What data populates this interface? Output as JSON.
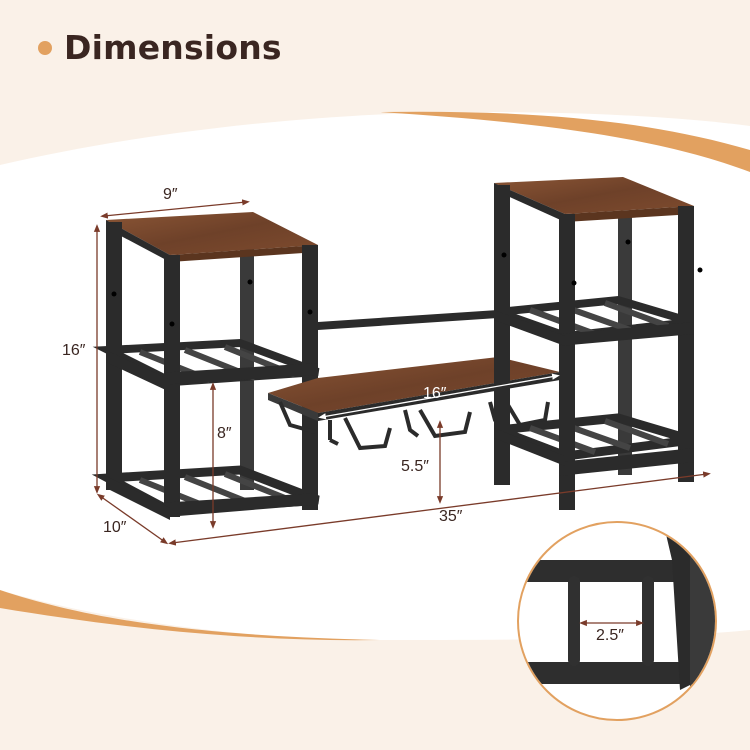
{
  "header": {
    "bullet_icon": "dot-bullet",
    "title": "Dimensions"
  },
  "colors": {
    "background": "#FAF1E8",
    "panel": "#FFFFFF",
    "accent": "#E2A160",
    "title_text": "#3A2621",
    "frame": "#2B2B2B",
    "wood": "#7A4A2E",
    "dimension_line": "#7A3B2A"
  },
  "product": {
    "description": "Two-tower metal frame rack with rustic wood tops and a center hanging shelf",
    "dimensions": {
      "top_width": "9″",
      "height": "16″",
      "depth": "10″",
      "shelf_spacing": "8″",
      "center_shelf_width": "16″",
      "under_shelf_clearance": "5.5″",
      "total_length": "35″"
    }
  },
  "inset": {
    "label": "2.5″",
    "description": "Close-up of rod spacing"
  }
}
